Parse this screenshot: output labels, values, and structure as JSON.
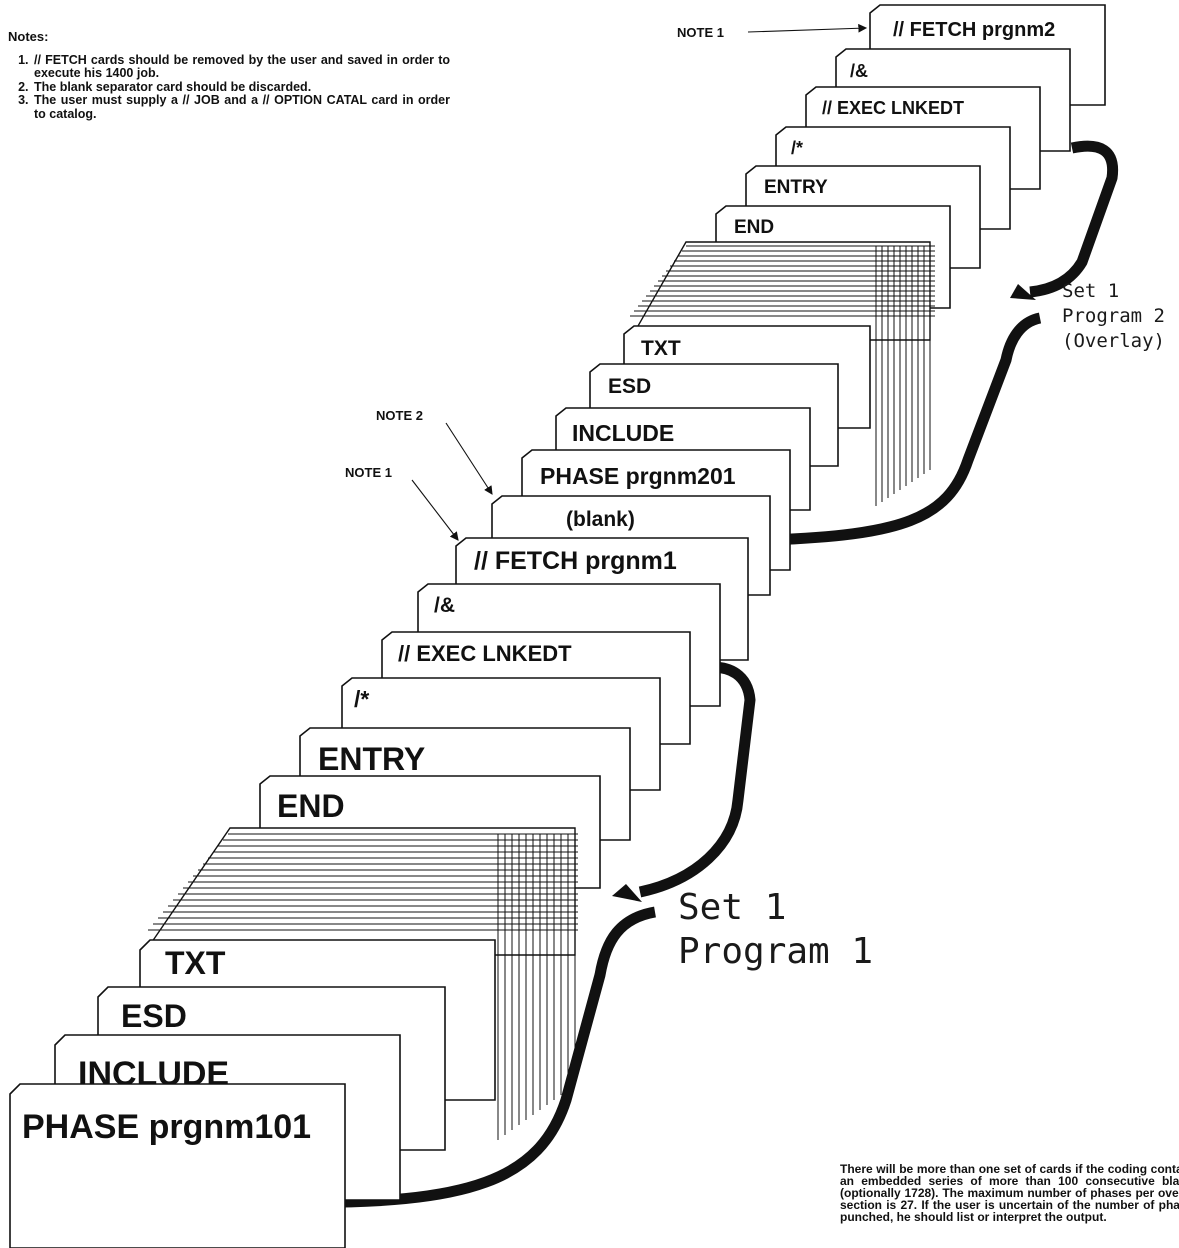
{
  "notes": {
    "title": "Notes:",
    "items": [
      "// FETCH cards should be removed by the user and saved in order to execute his 1400 job.",
      "The blank separator card should be discarded.",
      "The user must supply a // JOB and a // OPTION CATAL card in order to catalog."
    ]
  },
  "labels": {
    "note1": "NOTE 1",
    "note2": "NOTE 2",
    "set1_program1_line1": "Set 1",
    "set1_program1_line2": "Program 1",
    "set1_program2_line1": "Set 1",
    "set1_program2_line2": "Program 2",
    "set1_program2_line3": "(Overlay)"
  },
  "deck_program1": [
    "PHASE prgnm101",
    "INCLUDE",
    "ESD",
    "TXT",
    "END",
    "ENTRY",
    "/*",
    "// EXEC LNKEDT",
    "/&",
    "// FETCH prgnm1"
  ],
  "separator_card": "(blank)",
  "deck_program2": [
    "PHASE prgnm201",
    "INCLUDE",
    "ESD",
    "TXT",
    "END",
    "ENTRY",
    "/*",
    "// EXEC LNKEDT",
    "/&",
    "// FETCH prgnm2"
  ],
  "footer_note": "There will be more than one set of cards if the coding contains an embedded series of more than 100 consecutive blanks (optionally 1728). The maximum number of phases per overlay section is 27. If the user is uncertain of the number of phases punched, he should list or interpret the output."
}
